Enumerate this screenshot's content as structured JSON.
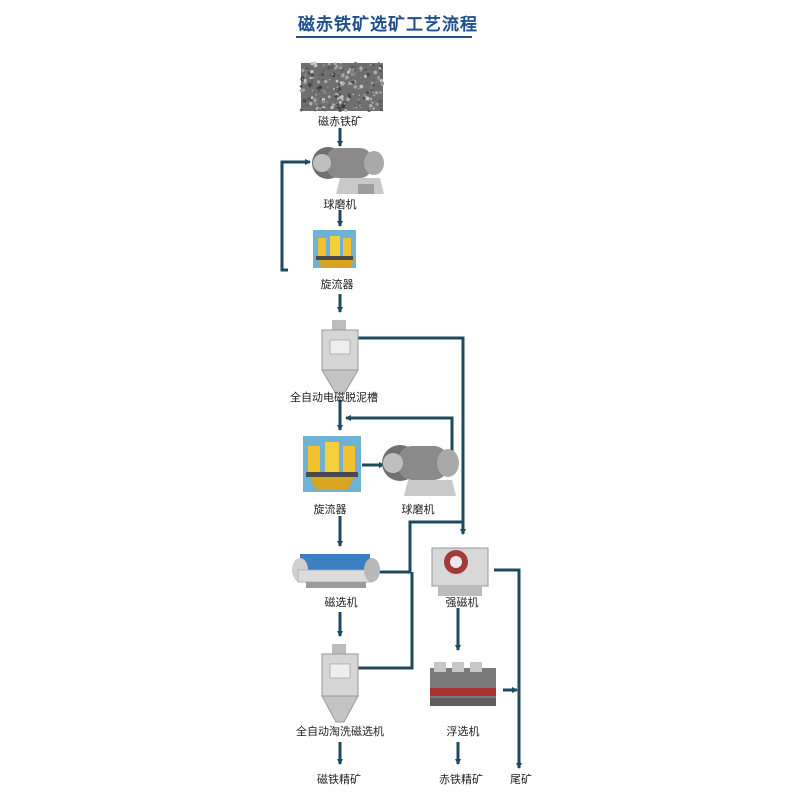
{
  "title": "磁赤铁矿选矿工艺流程",
  "nodes": {
    "ore": "磁赤铁矿",
    "ball_mill_1": "球磨机",
    "cyclone_1": "旋流器",
    "desliming_tank": "全自动电磁脱泥槽",
    "cyclone_2": "旋流器",
    "ball_mill_2": "球磨机",
    "magnetic_separator": "磁选机",
    "strong_magnetic": "强磁机",
    "elutriation_separator": "全自动淘洗磁选机",
    "flotation": "浮选机",
    "magnetite_concentrate": "磁铁精矿",
    "hematite_concentrate": "赤铁精矿",
    "tailings": "尾矿"
  },
  "colors": {
    "title": "#1f4f8c",
    "flow_line": "#1d4a5e"
  }
}
